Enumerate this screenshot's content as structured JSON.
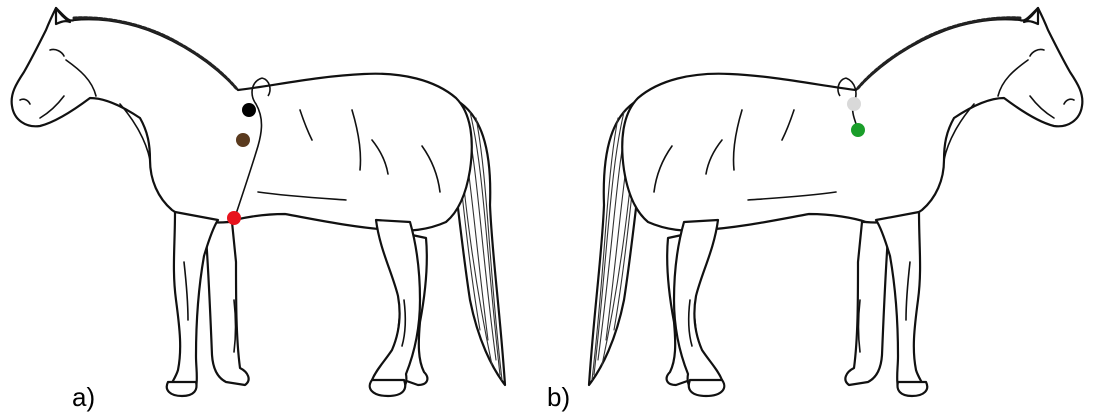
{
  "panels": [
    {
      "label": "a)",
      "electrodes": [
        {
          "color": "#000000",
          "name": "black"
        },
        {
          "color": "#5a3a1e",
          "name": "brown"
        },
        {
          "color": "#e8141e",
          "name": "red"
        }
      ]
    },
    {
      "label": "b)",
      "electrodes": [
        {
          "color": "#d9d9d9",
          "name": "white"
        },
        {
          "color": "#1a9e2a",
          "name": "green"
        }
      ]
    }
  ]
}
